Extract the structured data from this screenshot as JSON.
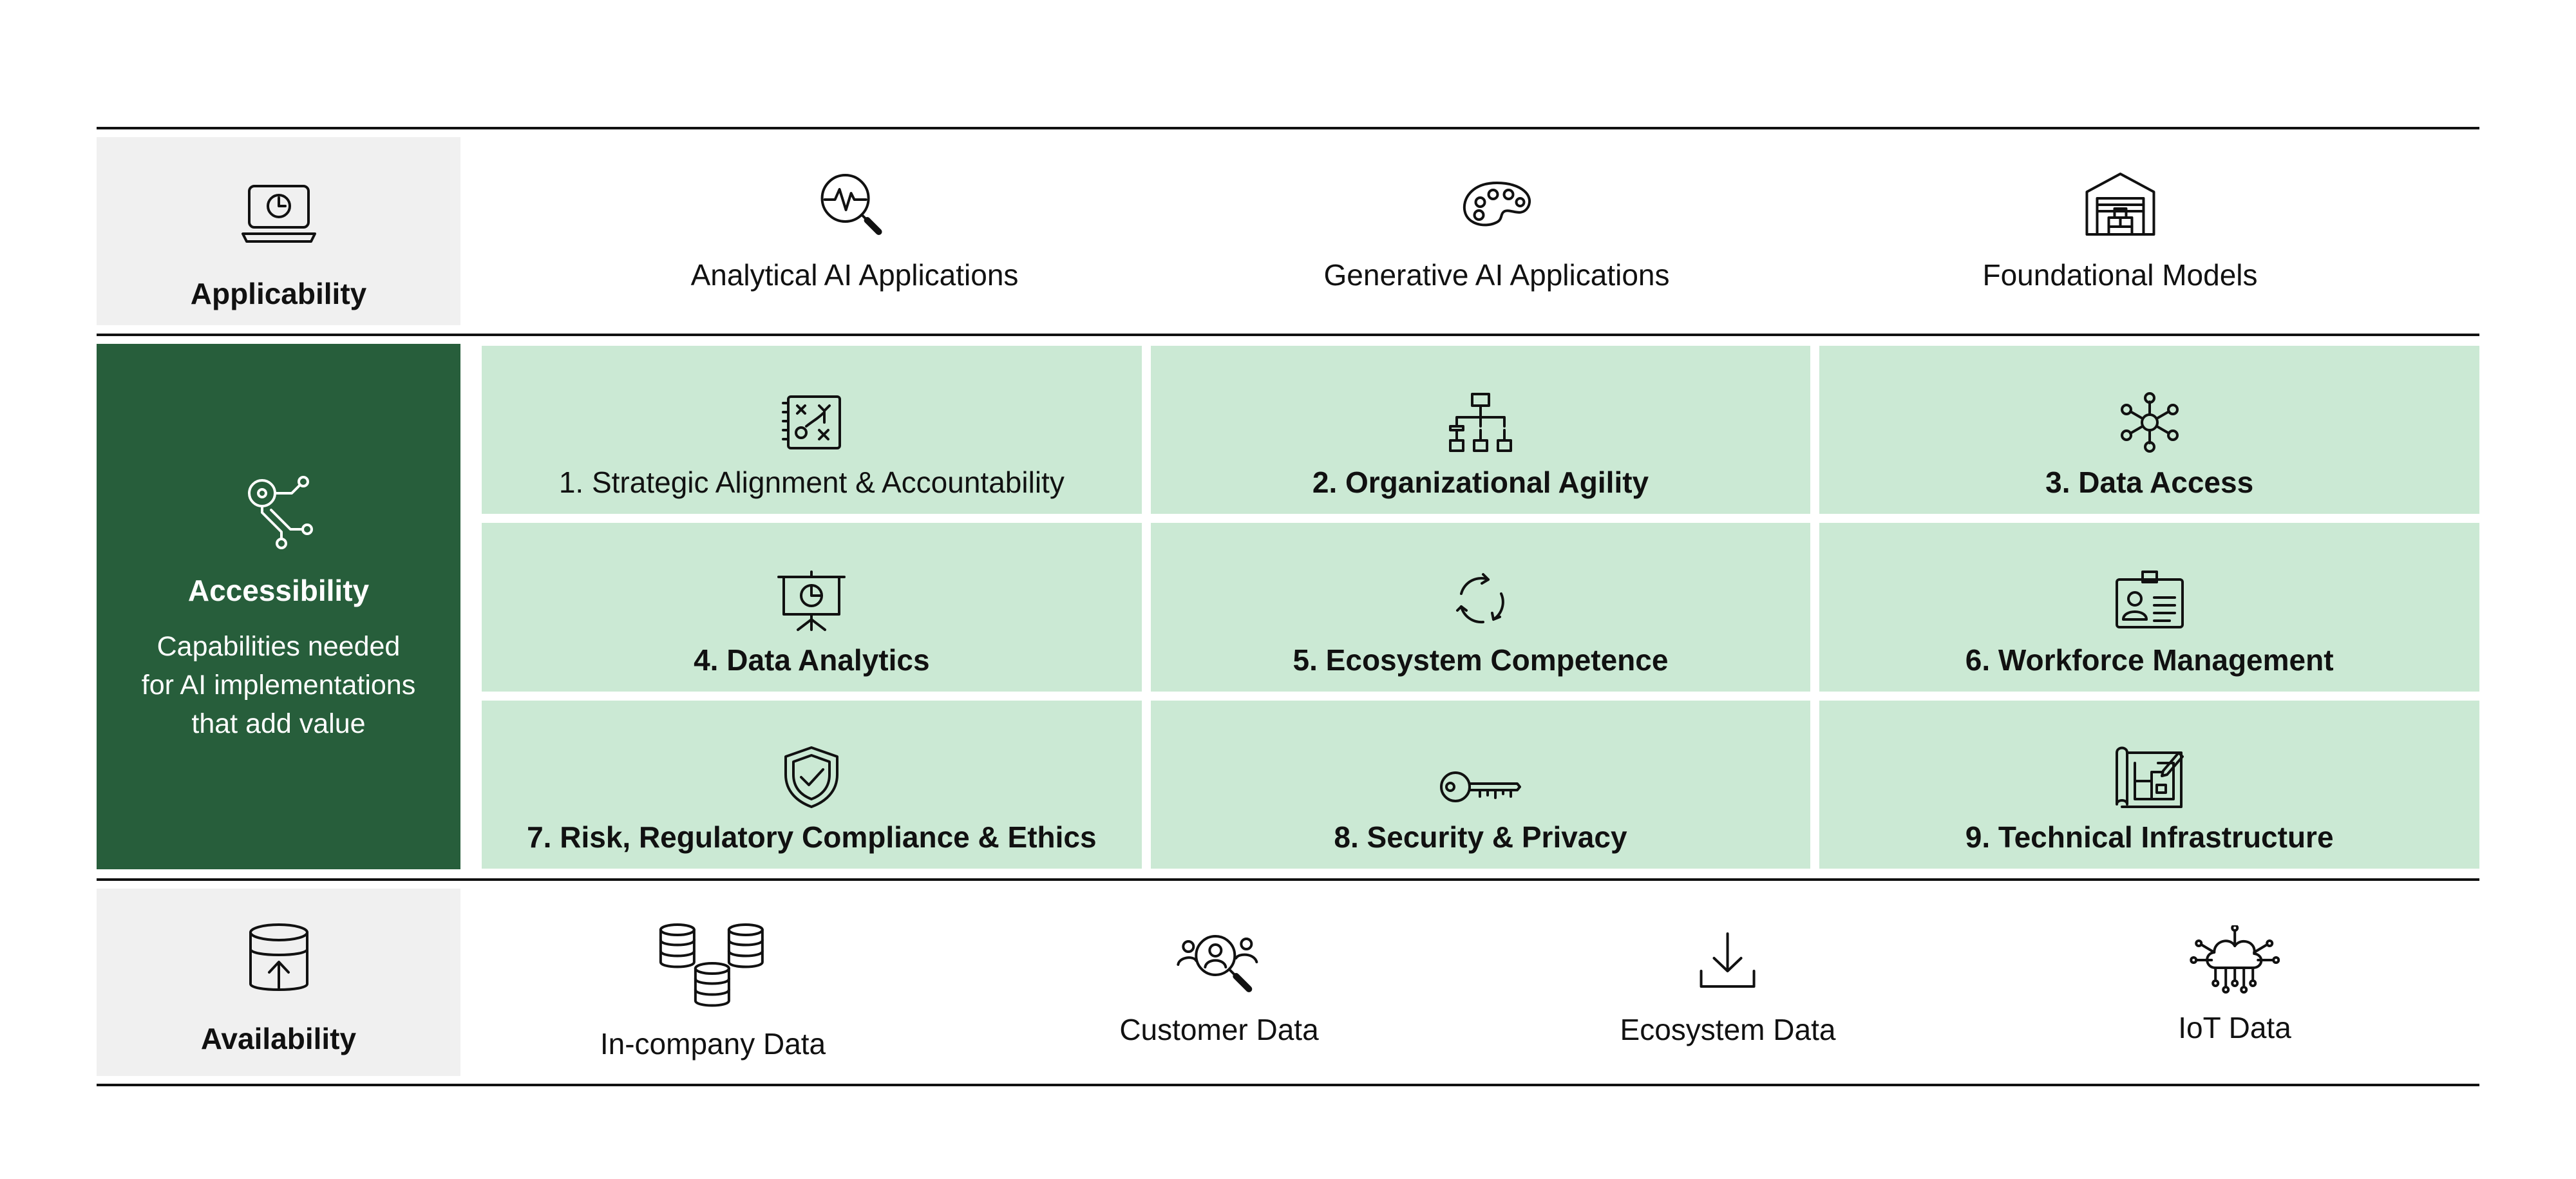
{
  "applicability": {
    "title": "Applicability",
    "items": [
      {
        "label": "Analytical AI Applications",
        "icon": "magnifier-pulse-icon"
      },
      {
        "label": "Generative AI Applications",
        "icon": "palette-icon"
      },
      {
        "label": "Foundational Models",
        "icon": "warehouse-icon"
      }
    ]
  },
  "accessibility": {
    "title": "Accessibility",
    "subtitle_lines": [
      "Capabilities needed",
      "for AI implementations",
      "that add value"
    ],
    "capabilities": [
      {
        "label": "1. Strategic Alignment & Accountability",
        "icon": "strategy-board-icon",
        "bold": false
      },
      {
        "label": "2. Organizational Agility",
        "icon": "org-chart-icon",
        "bold": true
      },
      {
        "label": "3. Data Access",
        "icon": "network-hub-icon",
        "bold": true
      },
      {
        "label": "4. Data Analytics",
        "icon": "presentation-chart-icon",
        "bold": true
      },
      {
        "label": "5. Ecosystem Competence",
        "icon": "cycle-arrows-icon",
        "bold": true
      },
      {
        "label": "6. Workforce Management",
        "icon": "id-badge-icon",
        "bold": true
      },
      {
        "label": "7. Risk, Regulatory Compliance & Ethics",
        "icon": "shield-check-icon",
        "bold": true
      },
      {
        "label": "8. Security & Privacy",
        "icon": "key-icon",
        "bold": true
      },
      {
        "label": "9. Technical Infrastructure",
        "icon": "blueprint-icon",
        "bold": true
      }
    ]
  },
  "availability": {
    "title": "Availability",
    "items": [
      {
        "label": "In-company Data",
        "icon": "databases-icon"
      },
      {
        "label": "Customer Data",
        "icon": "customer-search-icon"
      },
      {
        "label": "Ecosystem Data",
        "icon": "download-tray-icon"
      },
      {
        "label": "IoT Data",
        "icon": "cloud-network-icon"
      }
    ]
  },
  "colors": {
    "dark_green": "#275e3b",
    "light_green": "#cbe9d4",
    "grey": "#f0f0f0",
    "line": "#111111"
  }
}
